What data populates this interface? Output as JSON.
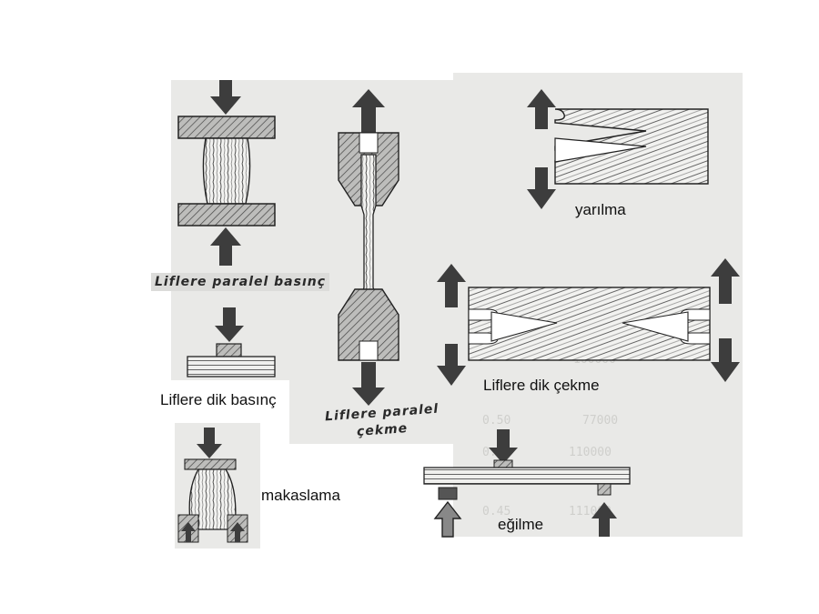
{
  "labels": {
    "paralel_basinc": "Liflere paralel basınç",
    "dik_basinc": "Liflere dik basınç",
    "paralel_cekme_line1": "Liflere paralel",
    "paralel_cekme_line2": "çekme",
    "yarilma": "yarılma",
    "dik_cekme": "Liflere dik çekme",
    "makaslama": "makaslama",
    "egilme": "eğilme"
  },
  "icons": [
    "arrow-down-icon",
    "arrow-up-icon",
    "steel-plate-icon",
    "wood-specimen-icon"
  ],
  "colors": {
    "arrow": "#3d3d3d",
    "panel": "#e9e9e7",
    "hatch": "#555555"
  }
}
